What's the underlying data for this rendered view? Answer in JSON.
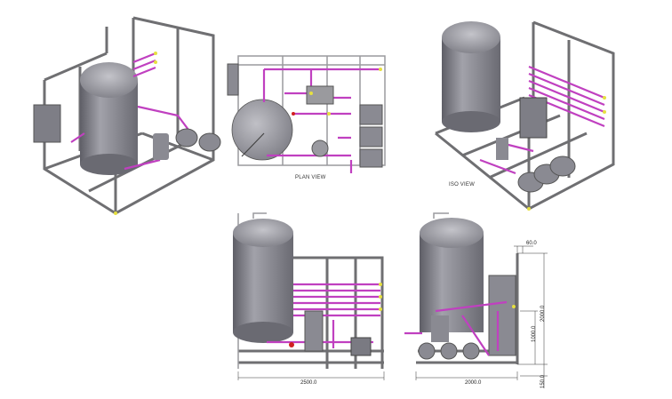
{
  "views": {
    "plan_label": "PLAN VIEW",
    "iso_label": "ISO VIEW"
  },
  "dimensions": {
    "front_width": "2500.0",
    "side_width": "2000.0",
    "panel_offset": "60.0",
    "overall_height": "2000.0",
    "mid_height": "1000.0",
    "foot_height": "150.0"
  },
  "colors": {
    "tank": "#8e8e96",
    "frame": "#6f6f72",
    "pipe": "#c040c0",
    "fitting": "#e6e040",
    "valve_red": "#d02020"
  }
}
